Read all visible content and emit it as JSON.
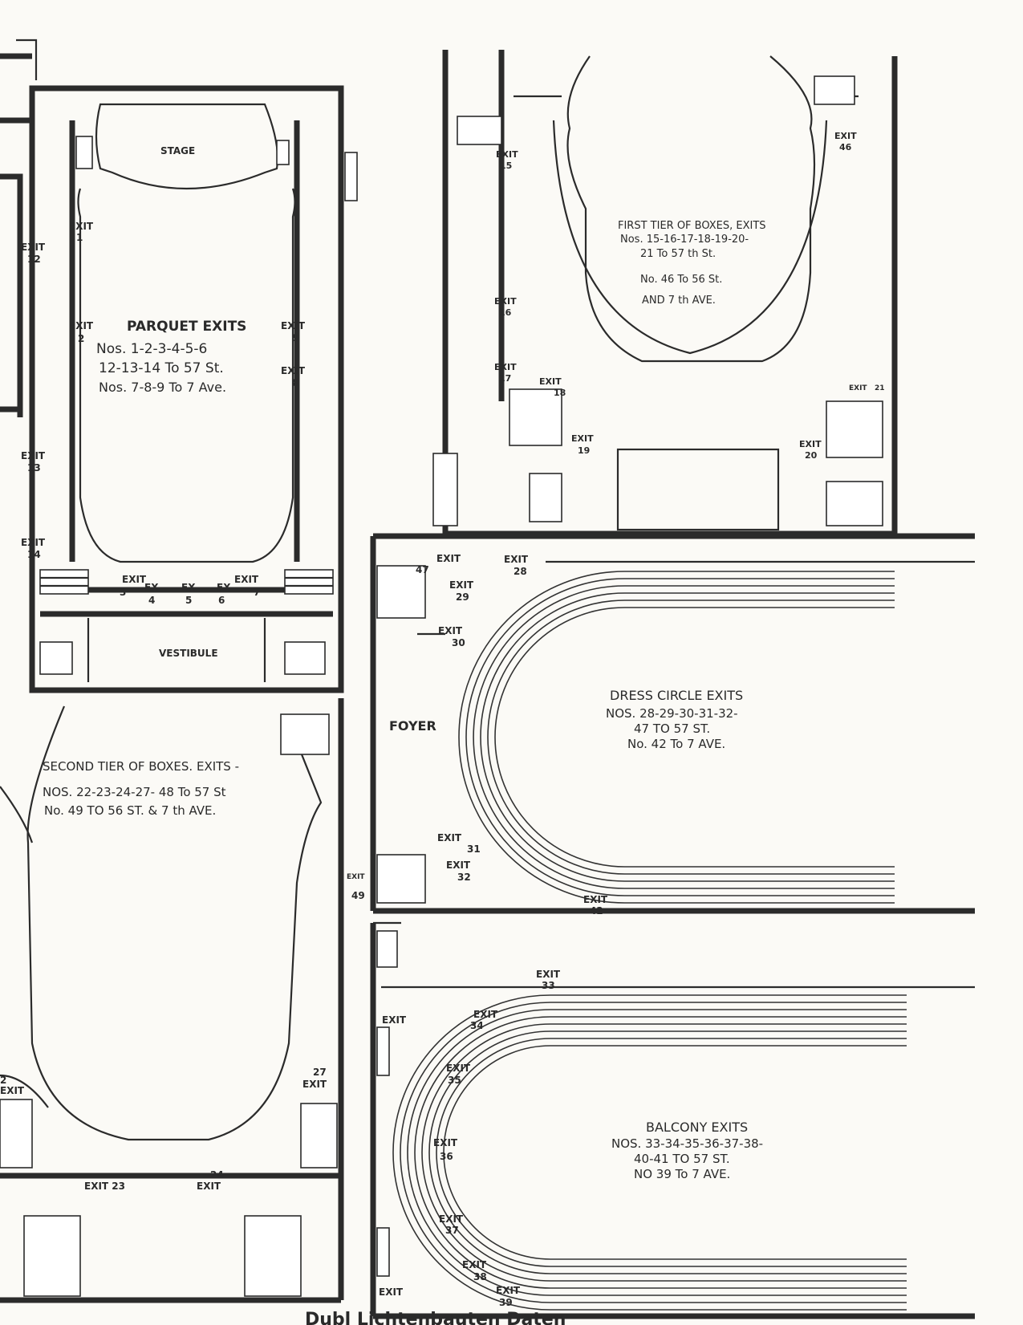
{
  "sections": {
    "parquet": {
      "stage": "STAGE",
      "vestibule": "VESTIBULE",
      "title": "PARQUET EXITS",
      "lines": [
        "Nos. 1-2-3-4-5-6",
        "12-13-14 To 57 St.",
        "Nos. 7-8-9 To 7 Ave."
      ]
    },
    "first_tier": {
      "title": "FIRST TIER OF BOXES, EXITS",
      "lines": [
        "Nos. 15-16-17-18-19-20-",
        "21 To 57 th St.",
        "No. 46 To 56 St.",
        "AND 7 th AVE."
      ]
    },
    "second_tier": {
      "title": "SECOND TIER OF BOXES. EXITS -",
      "lines": [
        "NOS. 22-23-24-27- 48 To 57 St",
        "No. 49 TO 56 ST. & 7 th AVE."
      ]
    },
    "dress_circle": {
      "foyer": "FOYER",
      "title": "DRESS CIRCLE EXITS",
      "lines": [
        "NOS. 28-29-30-31-32-",
        "47 TO 57 ST.",
        "No. 42 To 7 AVE."
      ]
    },
    "balcony": {
      "title": "BALCONY EXITS",
      "lines": [
        "NOS. 33-34-35-36-37-38-",
        "40-41 TO 57 ST.",
        "NO 39 To 7 AVE."
      ]
    }
  },
  "exits": {
    "e1": [
      "EXIT",
      "1"
    ],
    "e2": [
      "EXIT",
      "2"
    ],
    "e3": [
      "EXIT",
      "3"
    ],
    "e4": [
      "EX",
      "4"
    ],
    "e5": [
      "EX",
      "5"
    ],
    "e6": [
      "EX",
      "6"
    ],
    "e7": [
      "EXIT",
      "7"
    ],
    "e8": [
      "EXIT",
      "8"
    ],
    "e9": [
      "EXIT",
      "9"
    ],
    "e12": [
      "EXIT",
      "12"
    ],
    "e13": [
      "EXIT",
      "13"
    ],
    "e14": [
      "EXIT",
      "14"
    ],
    "e15": [
      "EXIT",
      "15"
    ],
    "e16": [
      "EXIT",
      "16"
    ],
    "e17": [
      "EXIT",
      "17"
    ],
    "e18": [
      "EXIT",
      "18"
    ],
    "e19": [
      "EXIT",
      "19"
    ],
    "e20": [
      "EXIT",
      "20"
    ],
    "e21": [
      "EXIT",
      "21"
    ],
    "e46": [
      "EXIT",
      "46"
    ],
    "e47": [
      "EXIT",
      "47"
    ],
    "e28": [
      "EXIT",
      "28"
    ],
    "e29": [
      "EXIT",
      "29"
    ],
    "e30": [
      "EXIT",
      "30"
    ],
    "e31": [
      "EXIT",
      "31"
    ],
    "e32": [
      "EXIT",
      "32"
    ],
    "e42": [
      "EXIT",
      "42"
    ],
    "e49": [
      "EXIT",
      "49"
    ],
    "e33": [
      "EXIT",
      "33"
    ],
    "e34": [
      "EXIT",
      "34"
    ],
    "e35": [
      "EXIT",
      "35"
    ],
    "e36": [
      "EXIT",
      "36"
    ],
    "e37": [
      "EXIT",
      "37"
    ],
    "e38": [
      "EXIT",
      "38"
    ],
    "e39": [
      "EXIT",
      "39"
    ],
    "e22": [
      "2",
      "EXIT"
    ],
    "e23": [
      "EXIT 23",
      ""
    ],
    "e24": [
      "24",
      "EXIT"
    ],
    "e27": [
      "27",
      "EXIT"
    ],
    "eb1": [
      "EXIT",
      ""
    ],
    "eb2": [
      "EXIT",
      ""
    ]
  },
  "footer": "Dubl Lichtenbauten Daten"
}
